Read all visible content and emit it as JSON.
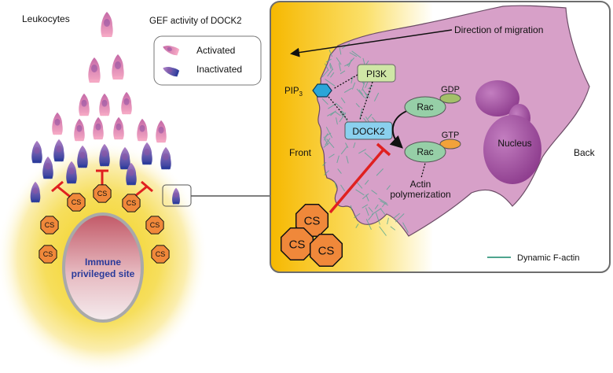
{
  "left_panel": {
    "leukocytes_label": "Leukocytes",
    "site_label_line1": "Immune",
    "site_label_line2": "privileged site",
    "cs_label": "CS"
  },
  "legend_gef": {
    "title": "GEF activity of DOCK2",
    "activated": "Activated",
    "inactivated": "Inactivated"
  },
  "cell_panel": {
    "direction": "Direction of migration",
    "pip3": "PIP",
    "pip3_sub": "3",
    "pi3k": "PI3K",
    "dock2": "DOCK2",
    "rac_gdp": "Rac",
    "gdp": "GDP",
    "rac_gtp": "Rac",
    "gtp": "GTP",
    "nucleus": "Nucleus",
    "front": "Front",
    "back": "Back",
    "actin_line1": "Actin",
    "actin_line2": "polymerization",
    "cs": "CS",
    "factin_legend": "Dynamic F-actin"
  },
  "colors": {
    "cs_fill": "#f0883a",
    "activated": "#e9709a",
    "inactivated": "#3a4aa8",
    "cell_body": "#d7a0c8",
    "nucleus": "#a64ea3",
    "pi3k_fill": "#cfe6a6",
    "dock2_fill": "#8ad0ee",
    "rac_fill": "#96cfa7",
    "gdp_fill": "#a3c069",
    "gtp_fill": "#f2a23a",
    "pip3_fill": "#2ba5d8",
    "inhibit": "#e02020",
    "factin": "#4fa58e"
  }
}
